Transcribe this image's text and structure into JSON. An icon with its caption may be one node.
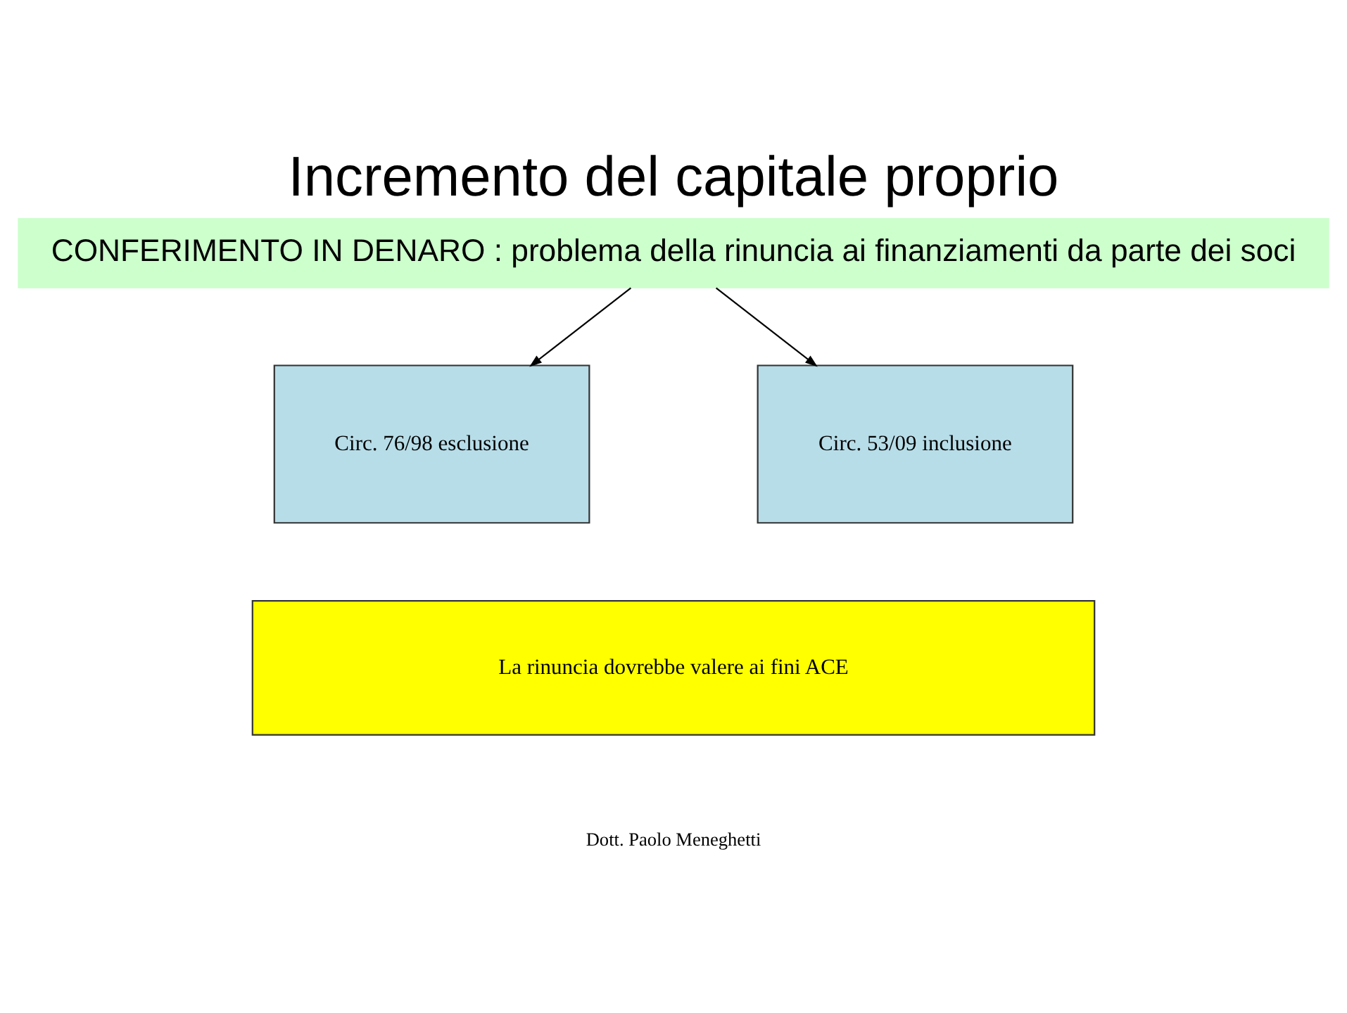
{
  "diagram": {
    "title": "Incremento del capitale proprio",
    "nodes": [
      {
        "text": [
          "CONFERIMENTO IN DENARO : problema della rinuncia ai finanziamenti da parte dei soci"
        ]
      },
      {
        "text": [
          "Circ. 76/98 esclusione"
        ]
      },
      {
        "text": [
          "Circ. 53/09 inclusione"
        ]
      },
      {
        "text": [
          "La rinuncia dovrebbe valere ai fini ACE"
        ]
      }
    ],
    "edges": [
      {
        "from": 0,
        "to": 1,
        "arrow": "to"
      },
      {
        "from": 0,
        "to": 2,
        "arrow": "to"
      }
    ],
    "labels": [
      "Dott. Paolo Meneghetti"
    ]
  }
}
